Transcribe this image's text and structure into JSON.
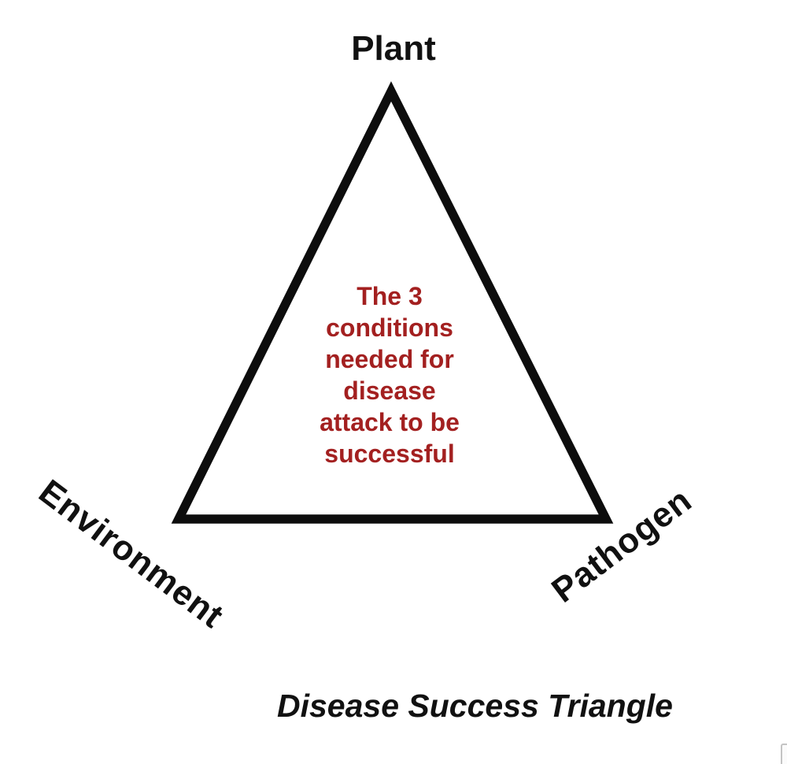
{
  "diagram": {
    "top_label": "Plant",
    "left_label": "Environment",
    "right_label": "Pathogen",
    "center_text_lines": [
      "The 3",
      "conditions",
      "needed for",
      "disease",
      "attack to be",
      "successful"
    ],
    "caption": "Disease Success Triangle",
    "colors": {
      "triangle_outline": "#0d0d0d",
      "center_text": "#a32020",
      "label_text": "#111111"
    }
  }
}
